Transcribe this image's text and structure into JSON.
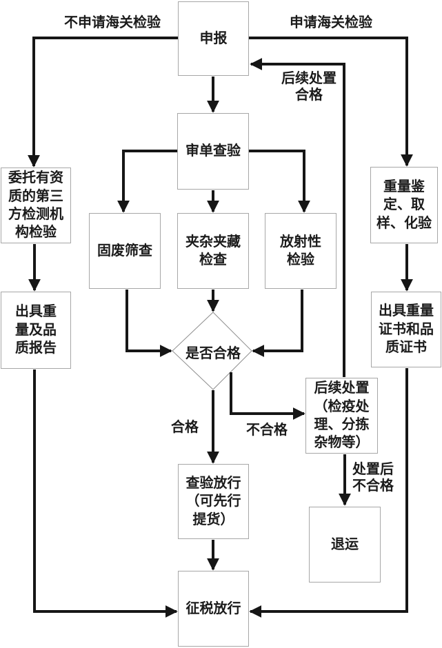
{
  "diagram": {
    "nodes": {
      "declare": {
        "label": "申报"
      },
      "doc_review": {
        "label": "审单查验"
      },
      "entrust_third_party": {
        "label": "委托有资\n质的第三\n方检测机\n构检验"
      },
      "weight_sampling": {
        "label": "重量鉴\n定、取\n样、化验"
      },
      "solid_waste_screening": {
        "label": "固废筛查"
      },
      "interlayer_check": {
        "label": "夹杂夹藏\n检查"
      },
      "radioactivity_inspection": {
        "label": "放射性\n检验"
      },
      "weight_quality_report": {
        "label": "出具重\n量及品\n质报告"
      },
      "weight_quality_certificate": {
        "label": "出具重量\n证书和品\n质证书"
      },
      "qualified_decision": {
        "label": "是否合格"
      },
      "followup_disposal": {
        "label": "后续处置\n（检疫处\n理、分拣\n杂物等）"
      },
      "inspection_release": {
        "label": "查验放行\n（可先行\n提货）"
      },
      "return_shipment": {
        "label": "退运"
      },
      "tax_release": {
        "label": "征税放行"
      }
    },
    "edge_labels": {
      "no_customs_inspection": "不申请海关检验",
      "customs_inspection": "申请海关检验",
      "followup_disposal_qualified": "后续处置\n合格",
      "qualified": "合格",
      "not_qualified": "不合格",
      "after_disposal_not_qualified": "处置后\n不合格"
    },
    "colors": {
      "background": "#ffffff",
      "line": "#161616",
      "box_border": "#a6a6a6",
      "text": "#1b1b1b"
    }
  }
}
